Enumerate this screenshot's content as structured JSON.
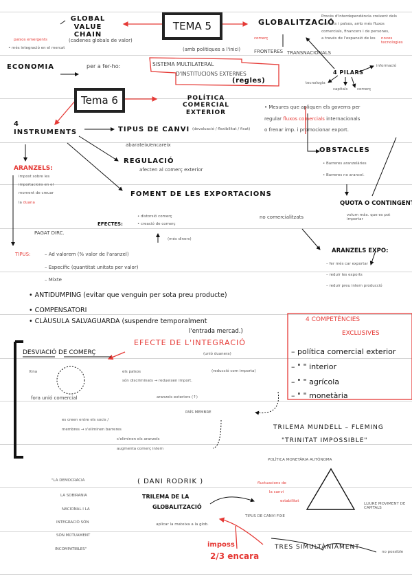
{
  "tema5": {
    "title": "TEMA 5",
    "global_value_chain": "GLOBAL VALUE CHAIN",
    "gvc_note": "(cadenes globals de valor)",
    "gvc_red": "països emergents",
    "gvc_sub": "• més integració en el mercat",
    "globalitzacio": "GLOBALITZACIÓ",
    "glob_def_1": "Procés d'interdependència creixent dels",
    "glob_def_2": "mercats i països, amb més fluxos",
    "glob_def_3": "comercials, financers i de persones,",
    "glob_def_4": "a través de l'expansió de les",
    "glob_def_red": "noves tecnologies",
    "glob_red_left": "comerç",
    "glob_left_note": "(amb polítiques a l'inici)",
    "fronteres": "FRONTERES",
    "transnacionals": "TRANSNACIONALS",
    "pilars": "4 PILARS",
    "pilar_1": "tecnologia",
    "pilar_2": "capitals",
    "pilar_3": "comerç",
    "pilar_4": "informació",
    "economia": "ECONOMIA",
    "economia_note": "per a fer-ho:",
    "sistema_1": "SISTEMA MULTILATERAL",
    "sistema_2": "D'INSTITUCIONS EXTERNES",
    "regles": "(regles)"
  },
  "tema6": {
    "title": "Tema 6",
    "politica": "POLÍTICA COMERCIAL EXTERIOR",
    "politica_def_1": "• Mesures que apliquen els governs per",
    "politica_def_2a": "regular",
    "politica_def_red": "fluxos comercials",
    "politica_def_2b": "internacionals",
    "politica_def_3": "o frenar imp. i promocionar export.",
    "instruments": "4 INSTRUMENTS",
    "tipus_canvi": "TIPUS DE CANVI",
    "tipus_canvi_note": "(devaluació / flexibilitat / fixat)",
    "tipus_canvi_sub": "abarateix/encareix",
    "regulacio": "REGULACIÓ",
    "regulacio_note": "afecten al comerç exterior",
    "foment": "FOMENT DE LES EXPORTACIONS",
    "foment_note": "no comercialitzats",
    "efectes_label": "EFECTES:",
    "efecte_1": "• distorsió comerç",
    "efecte_2": "• creació de comerç",
    "efecte_3": "(més diners)",
    "obstacles": "OBSTACLES",
    "obstacle_1": "• Barreres aranzelàries",
    "obstacle_2": "• Barreres no arancel.",
    "quota": "QUOTA O CONTINGENT",
    "quota_note": "volum màx. que es pot importar",
    "aranzels_expo": "ARANZELS EXPO:",
    "expo_1": "– fer més car exportar",
    "expo_2": "– reduir les exports",
    "expo_3": "– reduir preu intern producció",
    "aranzels": "ARANZELS:",
    "aranzels_def_1": "impost sobre les",
    "aranzels_def_2": "importacions en el",
    "aranzels_def_3": "moment de creuar",
    "aranzels_def_4a": "la",
    "aranzels_def_red": "duana",
    "aranzels_sub": "PAGAT DIRC.",
    "tipus_label": "TIPUS:",
    "tipus_1": "– Ad valorem (% valor de l'aranzel)",
    "tipus_2": "– Específic (quantitat unitats per valor)",
    "tipus_3": "– Mixte",
    "antidumping": "• ANTIDUMPING (evitar que venguin per sota preu producte)",
    "compensatori": "• COMPENSATORI",
    "clausula": "• CLÀUSULA SALVAGUARDA (suspendre temporalment",
    "clausula_2": "l'entrada mercad.)"
  },
  "competencies": {
    "title_1": "4 COMPETÈNCIES",
    "title_2": "EXCLUSIVES",
    "items": [
      "– política comercial exterior",
      "–  \"      \"   interior",
      "–  \"      \"   agrícola",
      "–  \"      \"   monetària"
    ]
  },
  "integracio": {
    "title": "EFECTE DE L'INTEGRACIÓ",
    "subtitle": "(unió duanera)",
    "desviacio": "DESVIACIÓ DE COMERÇ",
    "xina": "Xina",
    "unio": "fora unió comercial",
    "note_1": "els països",
    "note_2": "són discriminats → redueixen import.",
    "note_3": "(reducció com importa)",
    "note_4": "aranzels exteriors (↑)",
    "pais": "PAÍS MEMBRE",
    "note_5": "es creen entre els socis /",
    "note_6": "membres → s'eliminen barreres",
    "note_7": "s'eliminen els aranzels",
    "note_8": "augmenta comerç intern"
  },
  "trilema": {
    "mundell": "TRILEMA MUNDELL – FLEMING",
    "trinitat": "\"TRINITAT IMPOSSIBLE\"",
    "politica_monetaria": "POLÍTICA MONETÀRIA AUTÒNOMA",
    "red_note_1": "fluctuacions de",
    "red_note_2": "la canvi",
    "red_note_3": "estabilitat",
    "tipus_fix": "TIPUS DE CANVI FIXE",
    "lliure": "LLIURE MOVIMENT DE CAPITALS",
    "tres": "TRES SIMULTÀNIAMENT",
    "no_possible": "no possible",
    "dani": "( DANI RODRIK )",
    "trilema_glob_1": "TRILEMA DE LA",
    "trilema_glob_2": "GLOBALITZACIÓ",
    "trilema_note": "aplicar la mateixa a la glob.",
    "impos": "imposs",
    "dos_tres": "2/3 encara",
    "quote_1": "\"LA DEMOCRÀCIA",
    "quote_2": "LA SOBIRANIA",
    "quote_3": "NACIONAL I LA",
    "quote_4": "INTEGRACIÓ SÓN",
    "quote_5": "SÓN MÚTUAMENT",
    "quote_6": "INCOMPATIBLES\""
  },
  "colors": {
    "accent": "#e53935",
    "ink": "#111111",
    "rule": "#d4d4d4"
  }
}
